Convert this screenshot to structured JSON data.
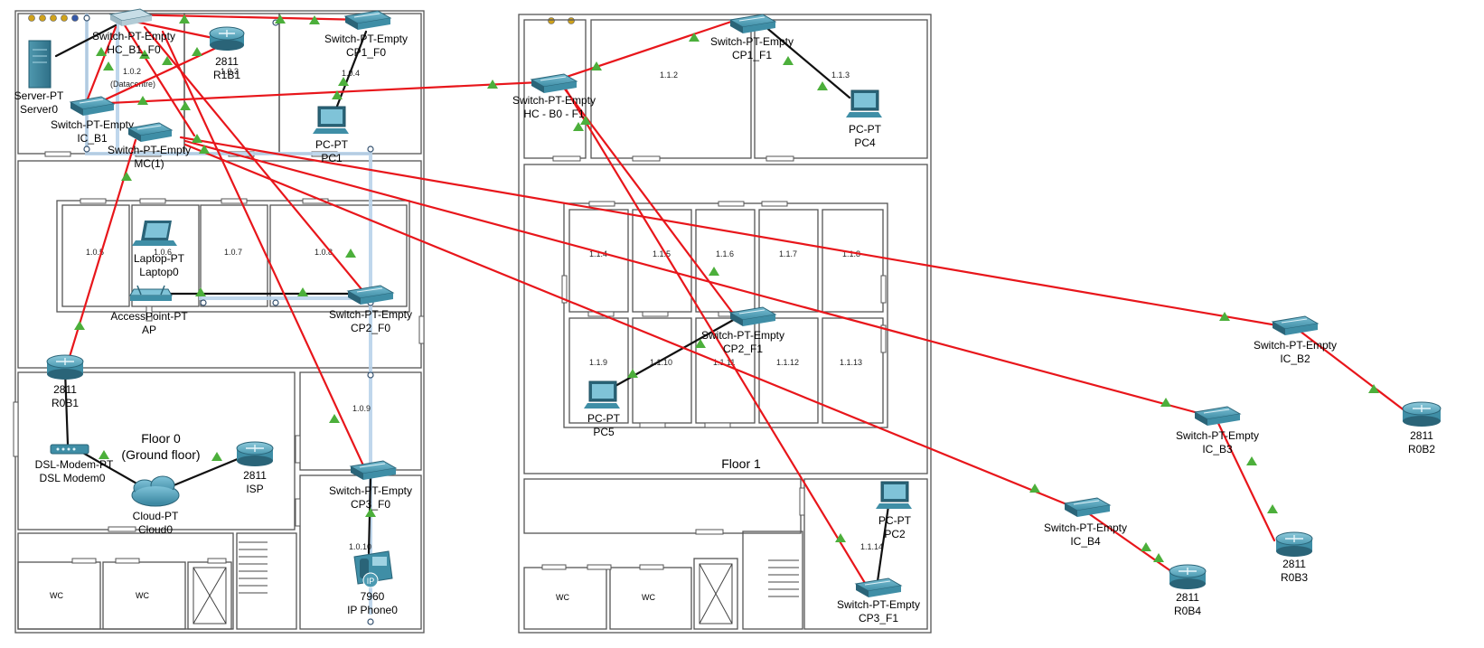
{
  "floor_labels": {
    "floor0_line1": "Floor 0",
    "floor0_line2": "(Ground floor)",
    "floor1": "Floor 1"
  },
  "rooms": {
    "r102": "1.0.2",
    "datacentre": "(Datacentre)",
    "r103": "1.0.3",
    "r104": "1.0.4",
    "r105": "1.0.5",
    "r106": "1.0.6",
    "r107": "1.0.7",
    "r108": "1.0.8",
    "r109": "1.0.9",
    "r1010": "1.0.10",
    "r112": "1.1.2",
    "r113": "1.1.3",
    "r114": "1.1.4",
    "r115": "1.1.5",
    "r116": "1.1.6",
    "r117": "1.1.7",
    "r118": "1.1.8",
    "r119": "1.1.9",
    "r1110": "1.1.10",
    "r1111": "1.1.11",
    "r1112": "1.1.12",
    "r1113": "1.1.13",
    "r1114": "1.1.14",
    "wc": "WC"
  },
  "devices": {
    "hc_b1_f0": {
      "type": "Switch-PT-Empty",
      "name": "HC_B1_F0"
    },
    "cp1_f0": {
      "type": "Switch-PT-Empty",
      "name": "CP1_F0"
    },
    "r1b1": {
      "type": "2811",
      "name": "R1B1"
    },
    "server0": {
      "type": "Server-PT",
      "name": "Server0"
    },
    "ic_b1": {
      "type": "Switch-PT-Empty",
      "name": "IC_B1"
    },
    "mc1": {
      "type": "Switch-PT-Empty",
      "name": "MC(1)"
    },
    "pc1": {
      "type": "PC-PT",
      "name": "PC1"
    },
    "laptop0": {
      "type": "Laptop-PT",
      "name": "Laptop0"
    },
    "ap": {
      "type": "AccessPoint-PT",
      "name": "AP"
    },
    "cp2_f0": {
      "type": "Switch-PT-Empty",
      "name": "CP2_F0"
    },
    "r0b1": {
      "type": "2811",
      "name": "R0B1"
    },
    "dsl_modem0": {
      "type": "DSL-Modem-PT",
      "name": "DSL Modem0"
    },
    "cloud0": {
      "type": "Cloud-PT",
      "name": "Cloud0"
    },
    "isp": {
      "type": "2811",
      "name": "ISP"
    },
    "cp3_f0": {
      "type": "Switch-PT-Empty",
      "name": "CP3_F0"
    },
    "ip_phone0": {
      "type": "7960",
      "name": "IP Phone0",
      "badge": "IP"
    },
    "cp1_f1": {
      "type": "Switch-PT-Empty",
      "name": "CP1_F1"
    },
    "hc_b0_f1": {
      "type": "Switch-PT-Empty",
      "name": "HC - B0 - F1"
    },
    "pc4": {
      "type": "PC-PT",
      "name": "PC4"
    },
    "cp2_f1": {
      "type": "Switch-PT-Empty",
      "name": "CP2_F1"
    },
    "pc5": {
      "type": "PC-PT",
      "name": "PC5"
    },
    "pc2": {
      "type": "PC-PT",
      "name": "PC2"
    },
    "cp3_f1": {
      "type": "Switch-PT-Empty",
      "name": "CP3_F1"
    },
    "ic_b2": {
      "type": "Switch-PT-Empty",
      "name": "IC_B2"
    },
    "r0b2": {
      "type": "2811",
      "name": "R0B2"
    },
    "ic_b3": {
      "type": "Switch-PT-Empty",
      "name": "IC_B3"
    },
    "r0b3": {
      "type": "2811",
      "name": "R0B3"
    },
    "ic_b4": {
      "type": "Switch-PT-Empty",
      "name": "IC_B4"
    },
    "r0b4": {
      "type": "2811",
      "name": "R0B4"
    }
  },
  "colors": {
    "fiber_link": "#e8161b",
    "copper_link": "#111111",
    "link_up_marker": "#4caf3b",
    "wall": "#555555",
    "device_teal": "#3f8ea6",
    "device_dark": "#2a6478",
    "conduit": "#b9d3ea"
  }
}
